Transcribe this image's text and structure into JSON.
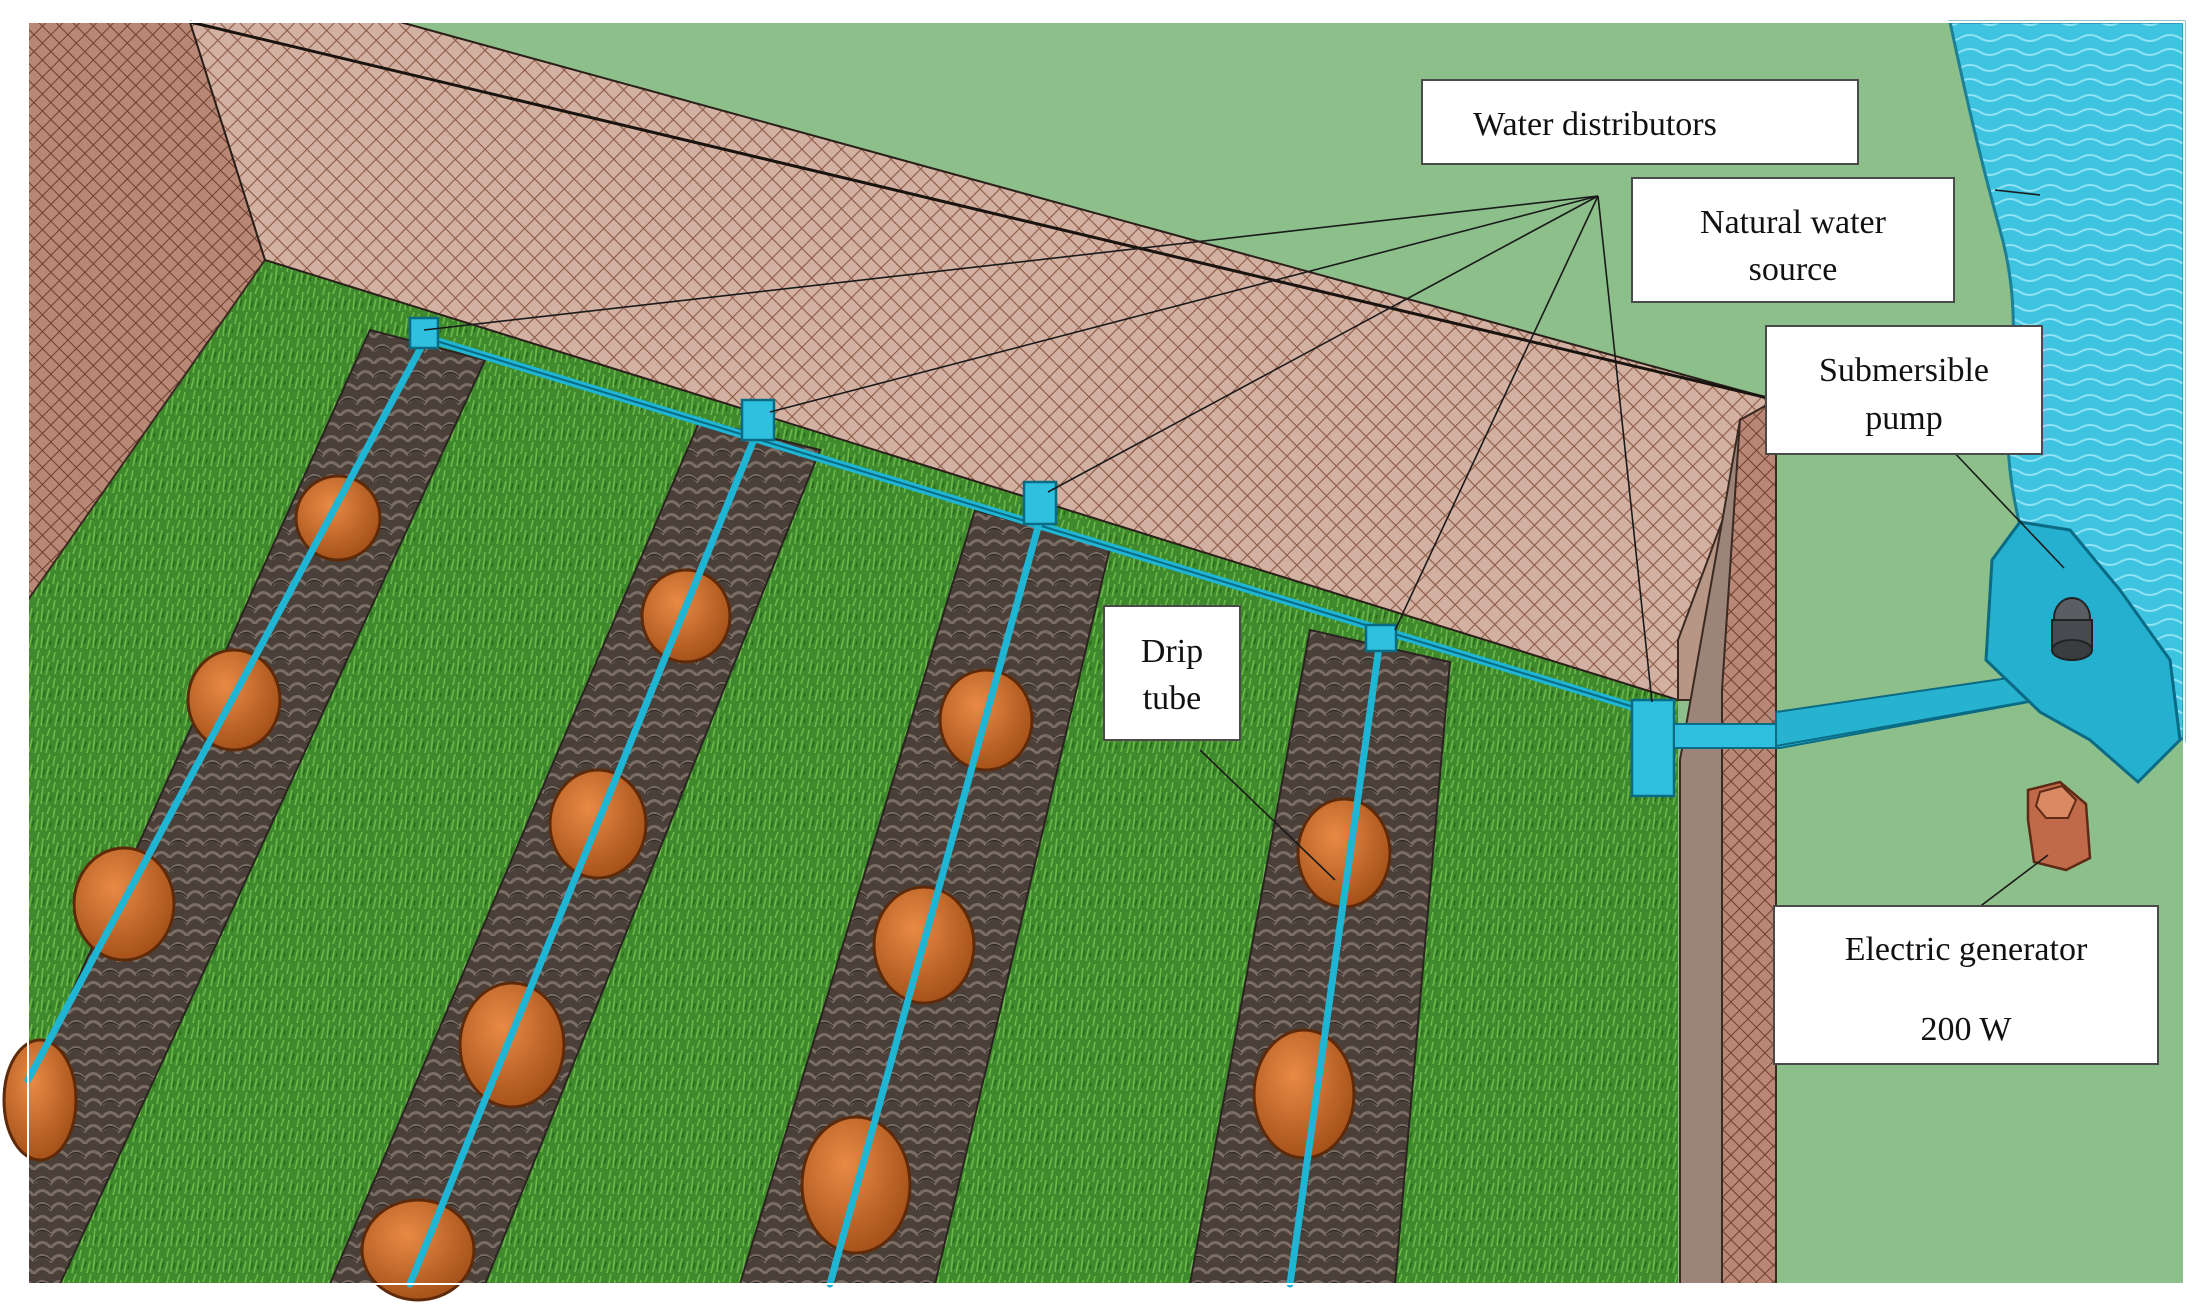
{
  "labels": {
    "water_distributors": "Water distributors",
    "natural_water_source_line1": "Natural water",
    "natural_water_source_line2": "source",
    "submersible_pump_line1": "Submersible",
    "submersible_pump_line2": "pump",
    "drip_tube_line1": "Drip",
    "drip_tube_line2": "tube",
    "electric_generator_line1": "Electric generator",
    "electric_generator_line2": "200 W"
  },
  "colors": {
    "ground": "#8cbf8a",
    "grass": "#3f8a2c",
    "wall": "#c9a595",
    "wall_mesh": "#8c5a46",
    "path": "#4f4540",
    "pot": "#c9682a",
    "pipe": "#1fb5d4",
    "water": "#3ec3e0",
    "pump_body": "#26b0cf"
  }
}
